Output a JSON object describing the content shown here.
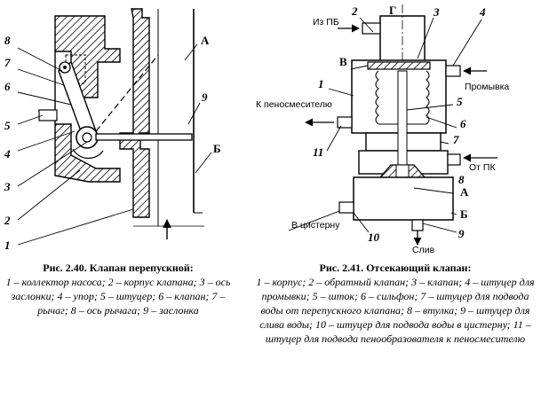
{
  "figure_left": {
    "labels": {
      "l8": "8",
      "l7": "7",
      "l6": "6",
      "l5": "5",
      "l4": "4",
      "l3": "3",
      "l2": "2",
      "l1": "1",
      "l9": "9",
      "lA": "А",
      "lB": "Б"
    },
    "caption_title": "Рис. 2.40. Клапан перепускной:",
    "caption_body": "1 – коллектор насоса; 2 – корпус клапана; 3 – ось заслонки; 4 – упор; 5 – штуцер; 6 – клапан; 7 – рычаг; 8 – ось рычага; 9 – заслонка"
  },
  "figure_right": {
    "labels": {
      "l2": "2",
      "l3": "3",
      "l4": "4",
      "lG": "Г",
      "lV": "В",
      "l1": "1",
      "l5": "5",
      "l6": "6",
      "l7": "7",
      "l11": "11",
      "l8": "8",
      "lA": "А",
      "lB": "Б",
      "l9": "9",
      "l10": "10"
    },
    "ports": {
      "from_pb": "Из ПБ",
      "flush": "Промывка",
      "to_mixer": "К пеносмесителю",
      "from_pk": "От ПК",
      "to_tank": "В цистерну",
      "drain": "Слив"
    },
    "caption_title": "Рис. 2.41. Отсекающий клапан:",
    "caption_body": "1 – корпус; 2 – обратный клапан; 3 – клапан; 4 – штуцер для промывки; 5 – шток; 6 – сильфон; 7 – штуцер для подвода воды от перепускного клапана; 8 – втулка; 9 – штуцер для слива воды; 10 – штуцер для подвода воды в цистерну; 11 – штуцер для подвода пенообразователя к пеносмесителю"
  }
}
